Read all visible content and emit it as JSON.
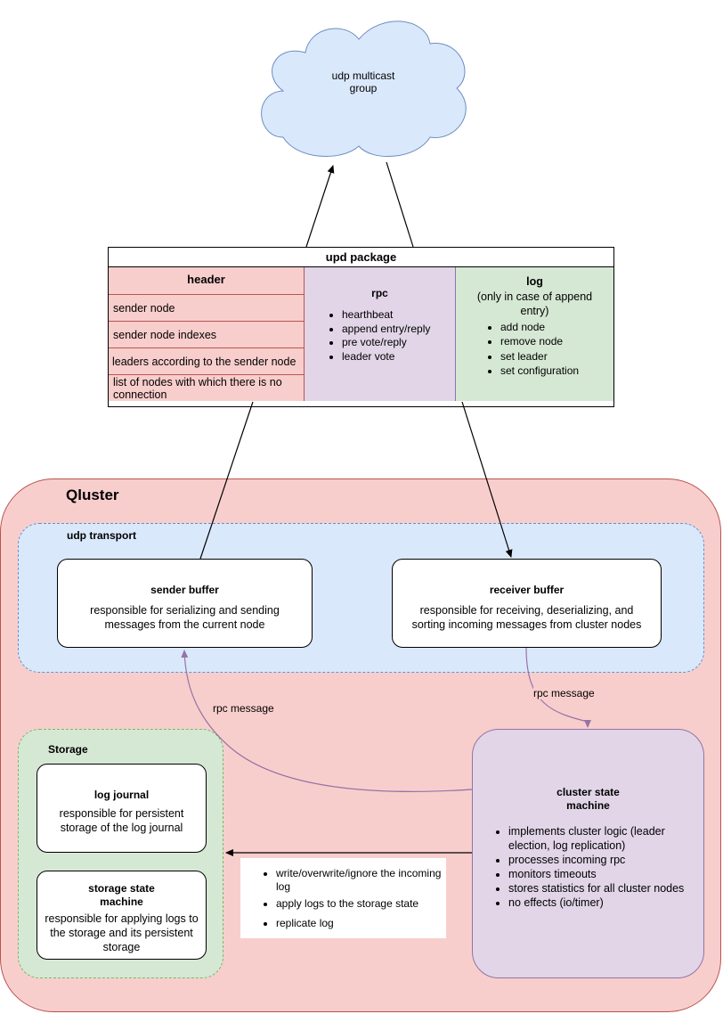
{
  "cloud": {
    "label": "udp multicast\ngroup"
  },
  "package": {
    "title": "upd package",
    "header": {
      "title": "header",
      "rows": [
        "sender node",
        "sender node indexes",
        "leaders according to the sender node",
        "list of nodes with which there is no connection"
      ]
    },
    "rpc": {
      "title": "rpc",
      "items": [
        "hearthbeat",
        "append entry/reply",
        "pre vote/reply",
        "leader vote"
      ]
    },
    "log": {
      "title": "log",
      "subtitle": "(only in case of append entry)",
      "items": [
        "add node",
        "remove node",
        "set leader",
        "set configuration"
      ]
    }
  },
  "cluster": {
    "title": "Qluster",
    "transport": {
      "title": "udp transport",
      "sender": {
        "title": "sender buffer",
        "desc": "responsible for serializing and sending messages from the current node"
      },
      "receiver": {
        "title": "receiver buffer",
        "desc": "responsible for receiving, deserializing, and sorting incoming messages from cluster nodes"
      }
    },
    "edges": {
      "rpc_left": "rpc message",
      "rpc_right": "rpc message"
    },
    "storage": {
      "title": "Storage",
      "journal": {
        "title": "log journal",
        "desc": "responsible for persistent storage of the log journal"
      },
      "state_machine": {
        "title": "storage state machine",
        "desc": "responsible for applying logs to the storage and its persistent storage"
      }
    },
    "ops": [
      "write/overwrite/ignore the incoming log",
      "apply logs to the storage state",
      "replicate log"
    ],
    "csm": {
      "title": "cluster state machine",
      "items": [
        "implements cluster logic (leader election, log replication)",
        "processes incoming rpc",
        "monitors timeouts",
        "stores statistics for all cluster nodes",
        "no effects (io/timer)"
      ]
    }
  },
  "colors": {
    "header": "#f8cecc",
    "rpc": "#e1d5e7",
    "log": "#d5e8d4",
    "transport": "#dae8fc",
    "purple_edge": "#9673a6"
  }
}
